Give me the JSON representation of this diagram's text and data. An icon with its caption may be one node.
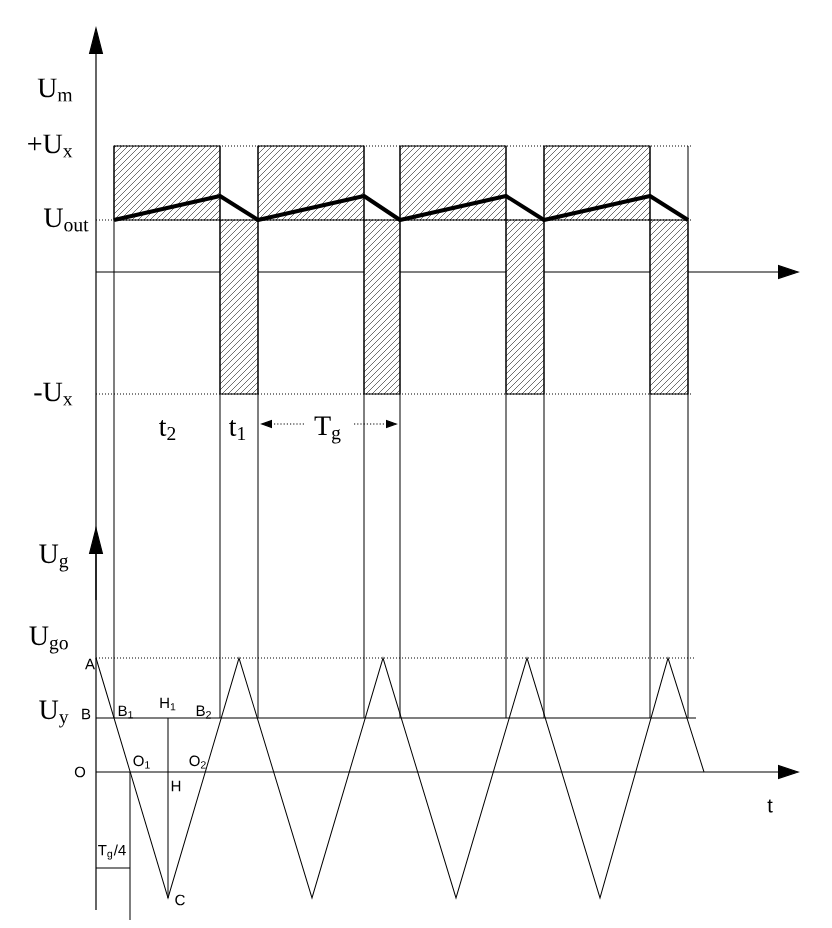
{
  "diagram": {
    "labels": [
      "U$_{m}$",
      "+U$_{x}$",
      "U$_{out}$",
      "-U$_{x}$",
      "t$_{2}$",
      "t$_{1}$",
      "T$_{g}$",
      "U$_{g}$",
      "U$_{go}$",
      "A",
      "U$_{y}$",
      "B",
      "B$_{1}$",
      "H$_{1}$",
      "B$_{2}$",
      "O",
      "O$_{1}$",
      "O$_{2}$",
      "H",
      "T$_{g}$/4",
      "C",
      "t"
    ]
  }
}
